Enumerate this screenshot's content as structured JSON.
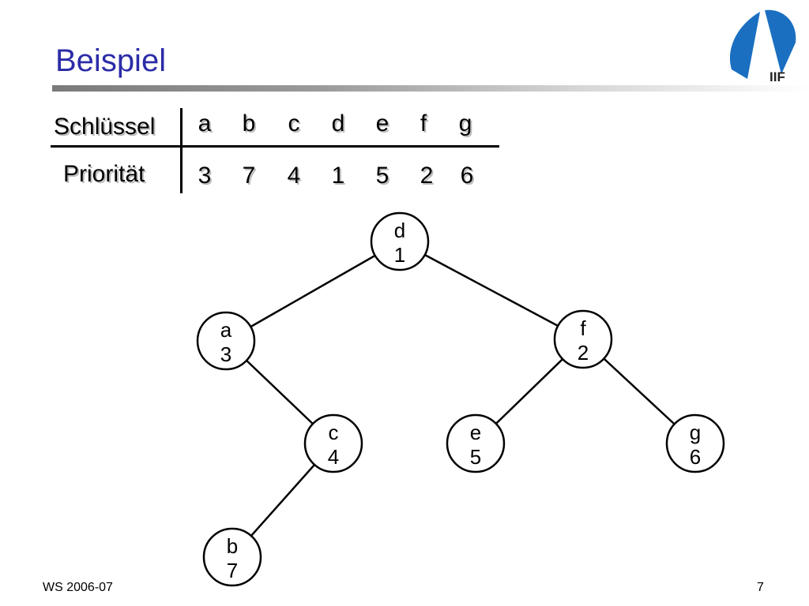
{
  "slide": {
    "title": "Beispiel",
    "footer_left": "WS 2006-07",
    "page_number": "7",
    "logo_text": "IIF"
  },
  "table": {
    "row_labels": [
      "Schlüssel",
      "Priorität"
    ],
    "keys": [
      "a",
      "b",
      "c",
      "d",
      "e",
      "f",
      "g"
    ],
    "priorities": [
      "3",
      "7",
      "4",
      "1",
      "5",
      "2",
      "6"
    ]
  },
  "tree": {
    "nodes": [
      {
        "id": "d",
        "key": "d",
        "priority": "1"
      },
      {
        "id": "a",
        "key": "a",
        "priority": "3"
      },
      {
        "id": "f",
        "key": "f",
        "priority": "2"
      },
      {
        "id": "c",
        "key": "c",
        "priority": "4"
      },
      {
        "id": "e",
        "key": "e",
        "priority": "5"
      },
      {
        "id": "g",
        "key": "g",
        "priority": "6"
      },
      {
        "id": "b",
        "key": "b",
        "priority": "7"
      }
    ],
    "edges": [
      [
        "d",
        "a"
      ],
      [
        "d",
        "f"
      ],
      [
        "a",
        "c"
      ],
      [
        "c",
        "b"
      ],
      [
        "f",
        "e"
      ],
      [
        "f",
        "g"
      ]
    ]
  },
  "colors": {
    "title": "#2c2ca8",
    "logo": "#1a6fc0"
  }
}
